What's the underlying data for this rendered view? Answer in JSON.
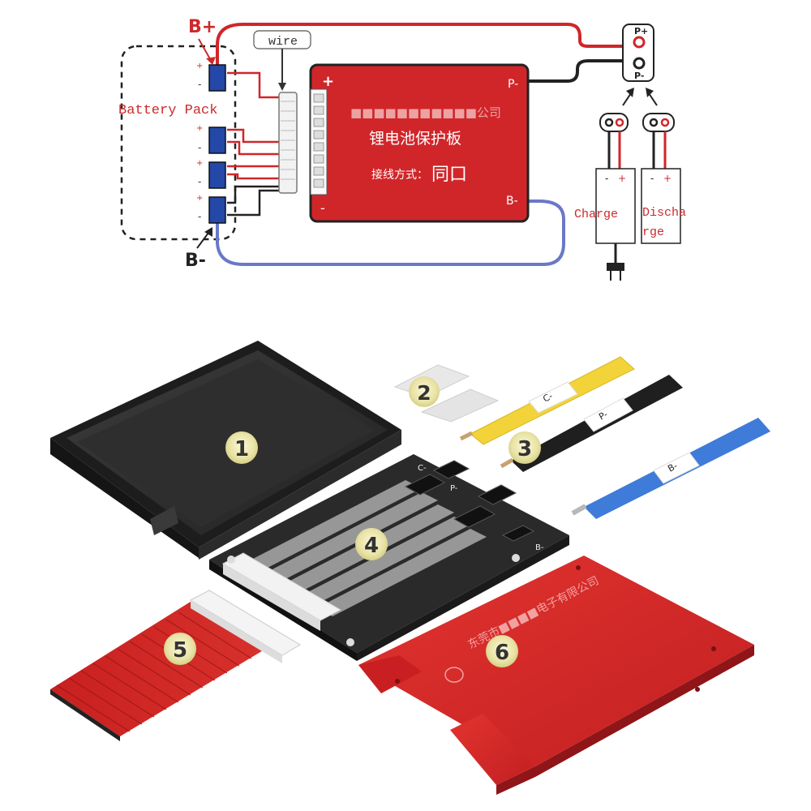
{
  "wiring": {
    "b_plus": "B+",
    "b_minus": "B-",
    "wire_tag": "wire",
    "battery_pack": "Battery Pack",
    "p_plus": "P+",
    "p_minus": "P-",
    "board_plus": "+",
    "board_p_minus": "P-",
    "board_minus": "-",
    "board_b_minus": "B-",
    "board_line1_blur": "■■■■■■■■■■■公司",
    "board_line2": "锂电池保护板",
    "board_line3_label": "接线方式：",
    "board_line3_value": "同口",
    "charge_label": "Charge",
    "discharge_label_1": "Discha",
    "discharge_label_2": "rge",
    "terminal_minus": "-",
    "terminal_plus": "+",
    "cell_sign_plus": "+",
    "cell_sign_minus": "-"
  },
  "parts": {
    "badges": [
      "1",
      "2",
      "3",
      "4",
      "5",
      "6"
    ],
    "wire_labels": [
      "C-",
      "P-",
      "B-"
    ],
    "pcb_label_c": "C-",
    "pcb_label_p": "P-",
    "pcb_label_b": "B-",
    "cover_text": "东莞市■■■■电子有限公司"
  },
  "colors": {
    "red": "#d0262a",
    "dark_red": "#b31e22",
    "wire_blue": "#6a78c8",
    "yellow": "#f3d33a",
    "blue_wire": "#3f7bd8",
    "badge_fill": "#e8e2a8",
    "black_case": "#2a2a2a"
  }
}
